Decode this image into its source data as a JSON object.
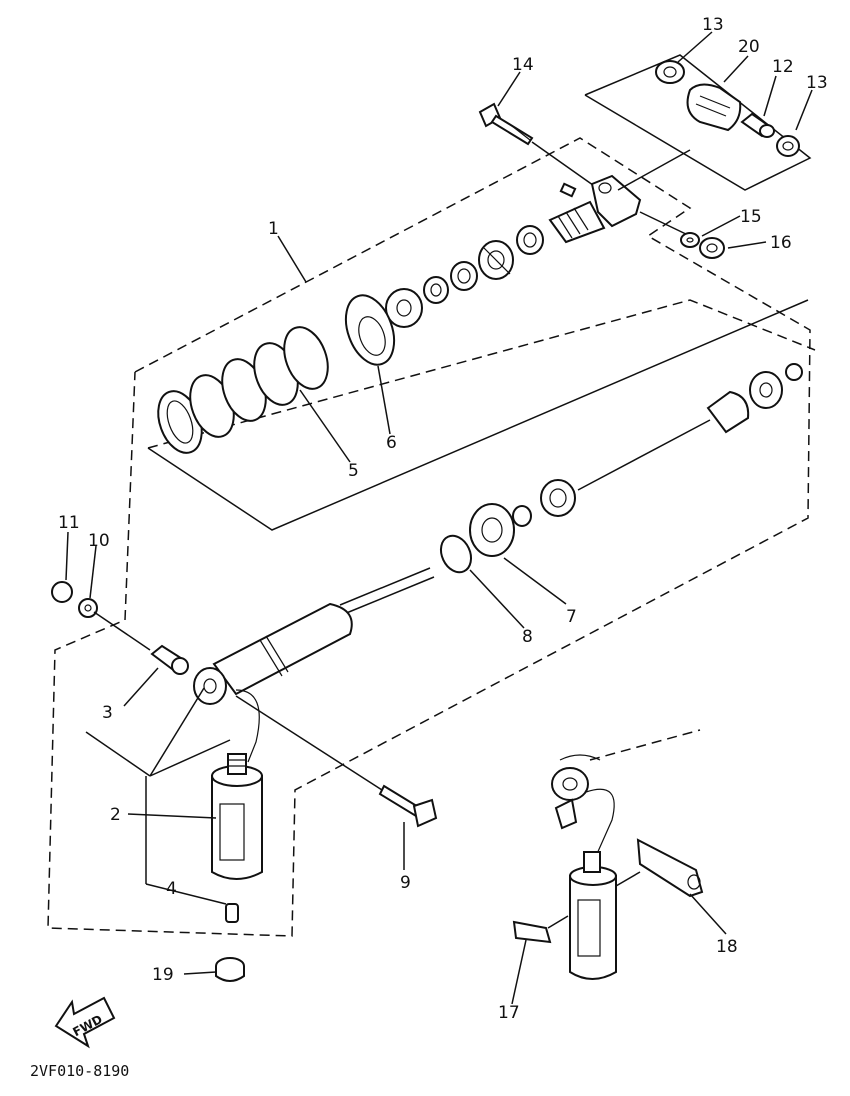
{
  "labels": {
    "p1": "1",
    "p2": "2",
    "p3": "3",
    "p4": "4",
    "p5": "5",
    "p6": "6",
    "p7": "7",
    "p8": "8",
    "p9": "9",
    "p10": "10",
    "p11": "11",
    "p12": "12",
    "p13a": "13",
    "p13b": "13",
    "p14": "14",
    "p15": "15",
    "p16": "16",
    "p17": "17",
    "p18": "18",
    "p19": "19",
    "p20": "20"
  },
  "fwd_label": "FWD",
  "drawing_code": "2VF010-8190"
}
